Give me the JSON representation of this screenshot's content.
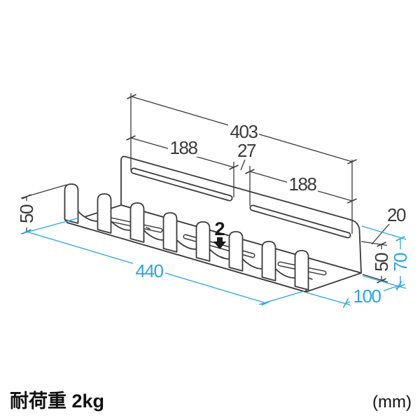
{
  "diagram": {
    "dims": {
      "top_width": "403",
      "left_slot": "188",
      "center_gap": "27",
      "right_slot": "188",
      "hook_height": "50",
      "top_edge": "20",
      "wall_height": "50",
      "total_height": "70",
      "length": "440",
      "depth": "100",
      "slit": "2"
    },
    "footer": {
      "load": "耐荷重 2kg",
      "unit": "(mm)"
    },
    "colors": {
      "line": "#3a3a3a",
      "accent": "#2BA6E0"
    }
  }
}
